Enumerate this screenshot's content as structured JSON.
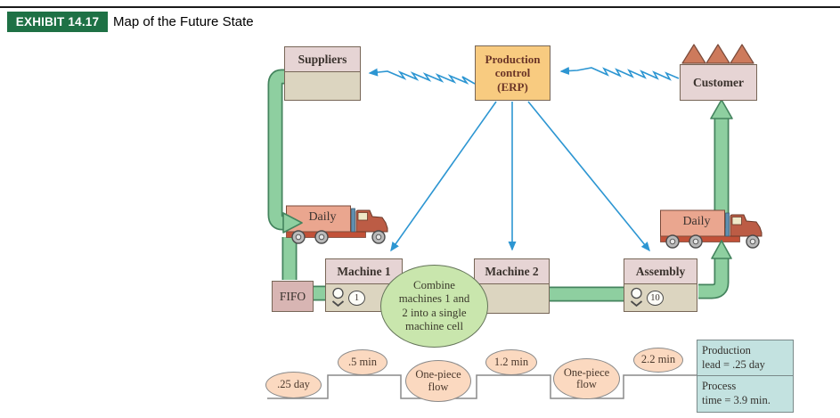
{
  "header": {
    "badge": "EXHIBIT 14.17",
    "title": "Map of the Future State"
  },
  "nodes": {
    "suppliers": {
      "label": "Suppliers"
    },
    "production_control": {
      "label": "Production\ncontrol\n(ERP)"
    },
    "customer": {
      "label": "Customer"
    },
    "machine1": {
      "label": "Machine 1",
      "operator_count": "1"
    },
    "machine2": {
      "label": "Machine 2"
    },
    "assembly": {
      "label": "Assembly",
      "operator_count": "10"
    },
    "fifo": {
      "label": "FIFO"
    },
    "shipment_left": {
      "label": "Daily"
    },
    "shipment_right": {
      "label": "Daily"
    }
  },
  "annotation": {
    "kaizen_note": "Combine\nmachines 1 and\n2 into a single\nmachine cell"
  },
  "timeline": {
    "ovals": [
      {
        "label": ".25 day"
      },
      {
        "label": ".5 min"
      },
      {
        "label": "One-piece\nflow"
      },
      {
        "label": "1.2 min"
      },
      {
        "label": "One-piece\nflow"
      },
      {
        "label": "2.2 min"
      }
    ]
  },
  "summary": {
    "production_lead": "Production\nlead = .25 day",
    "process_time": "Process\ntime = 3.9 min."
  },
  "icons": {
    "truck": "truck-icon",
    "operator": "operator-icon",
    "factory_roof": "factory-roof-icon",
    "zigzag": "electronic-info-arrow"
  },
  "colors": {
    "badge_green": "#1e7145",
    "box_pink": "#e6d4d4",
    "box_beige": "#dcd5c0",
    "erp_orange": "#f8cb80",
    "fifo_pink": "#d8b5b3",
    "flow_green": "#8ecfa0",
    "flow_green_border": "#44845e",
    "info_blue": "#2d96d2",
    "kaizen_green": "#c9e6ad",
    "oval_peach": "#fbd9c0",
    "summary_teal": "#c3e2e0",
    "truck_body": "#eaa68f"
  }
}
